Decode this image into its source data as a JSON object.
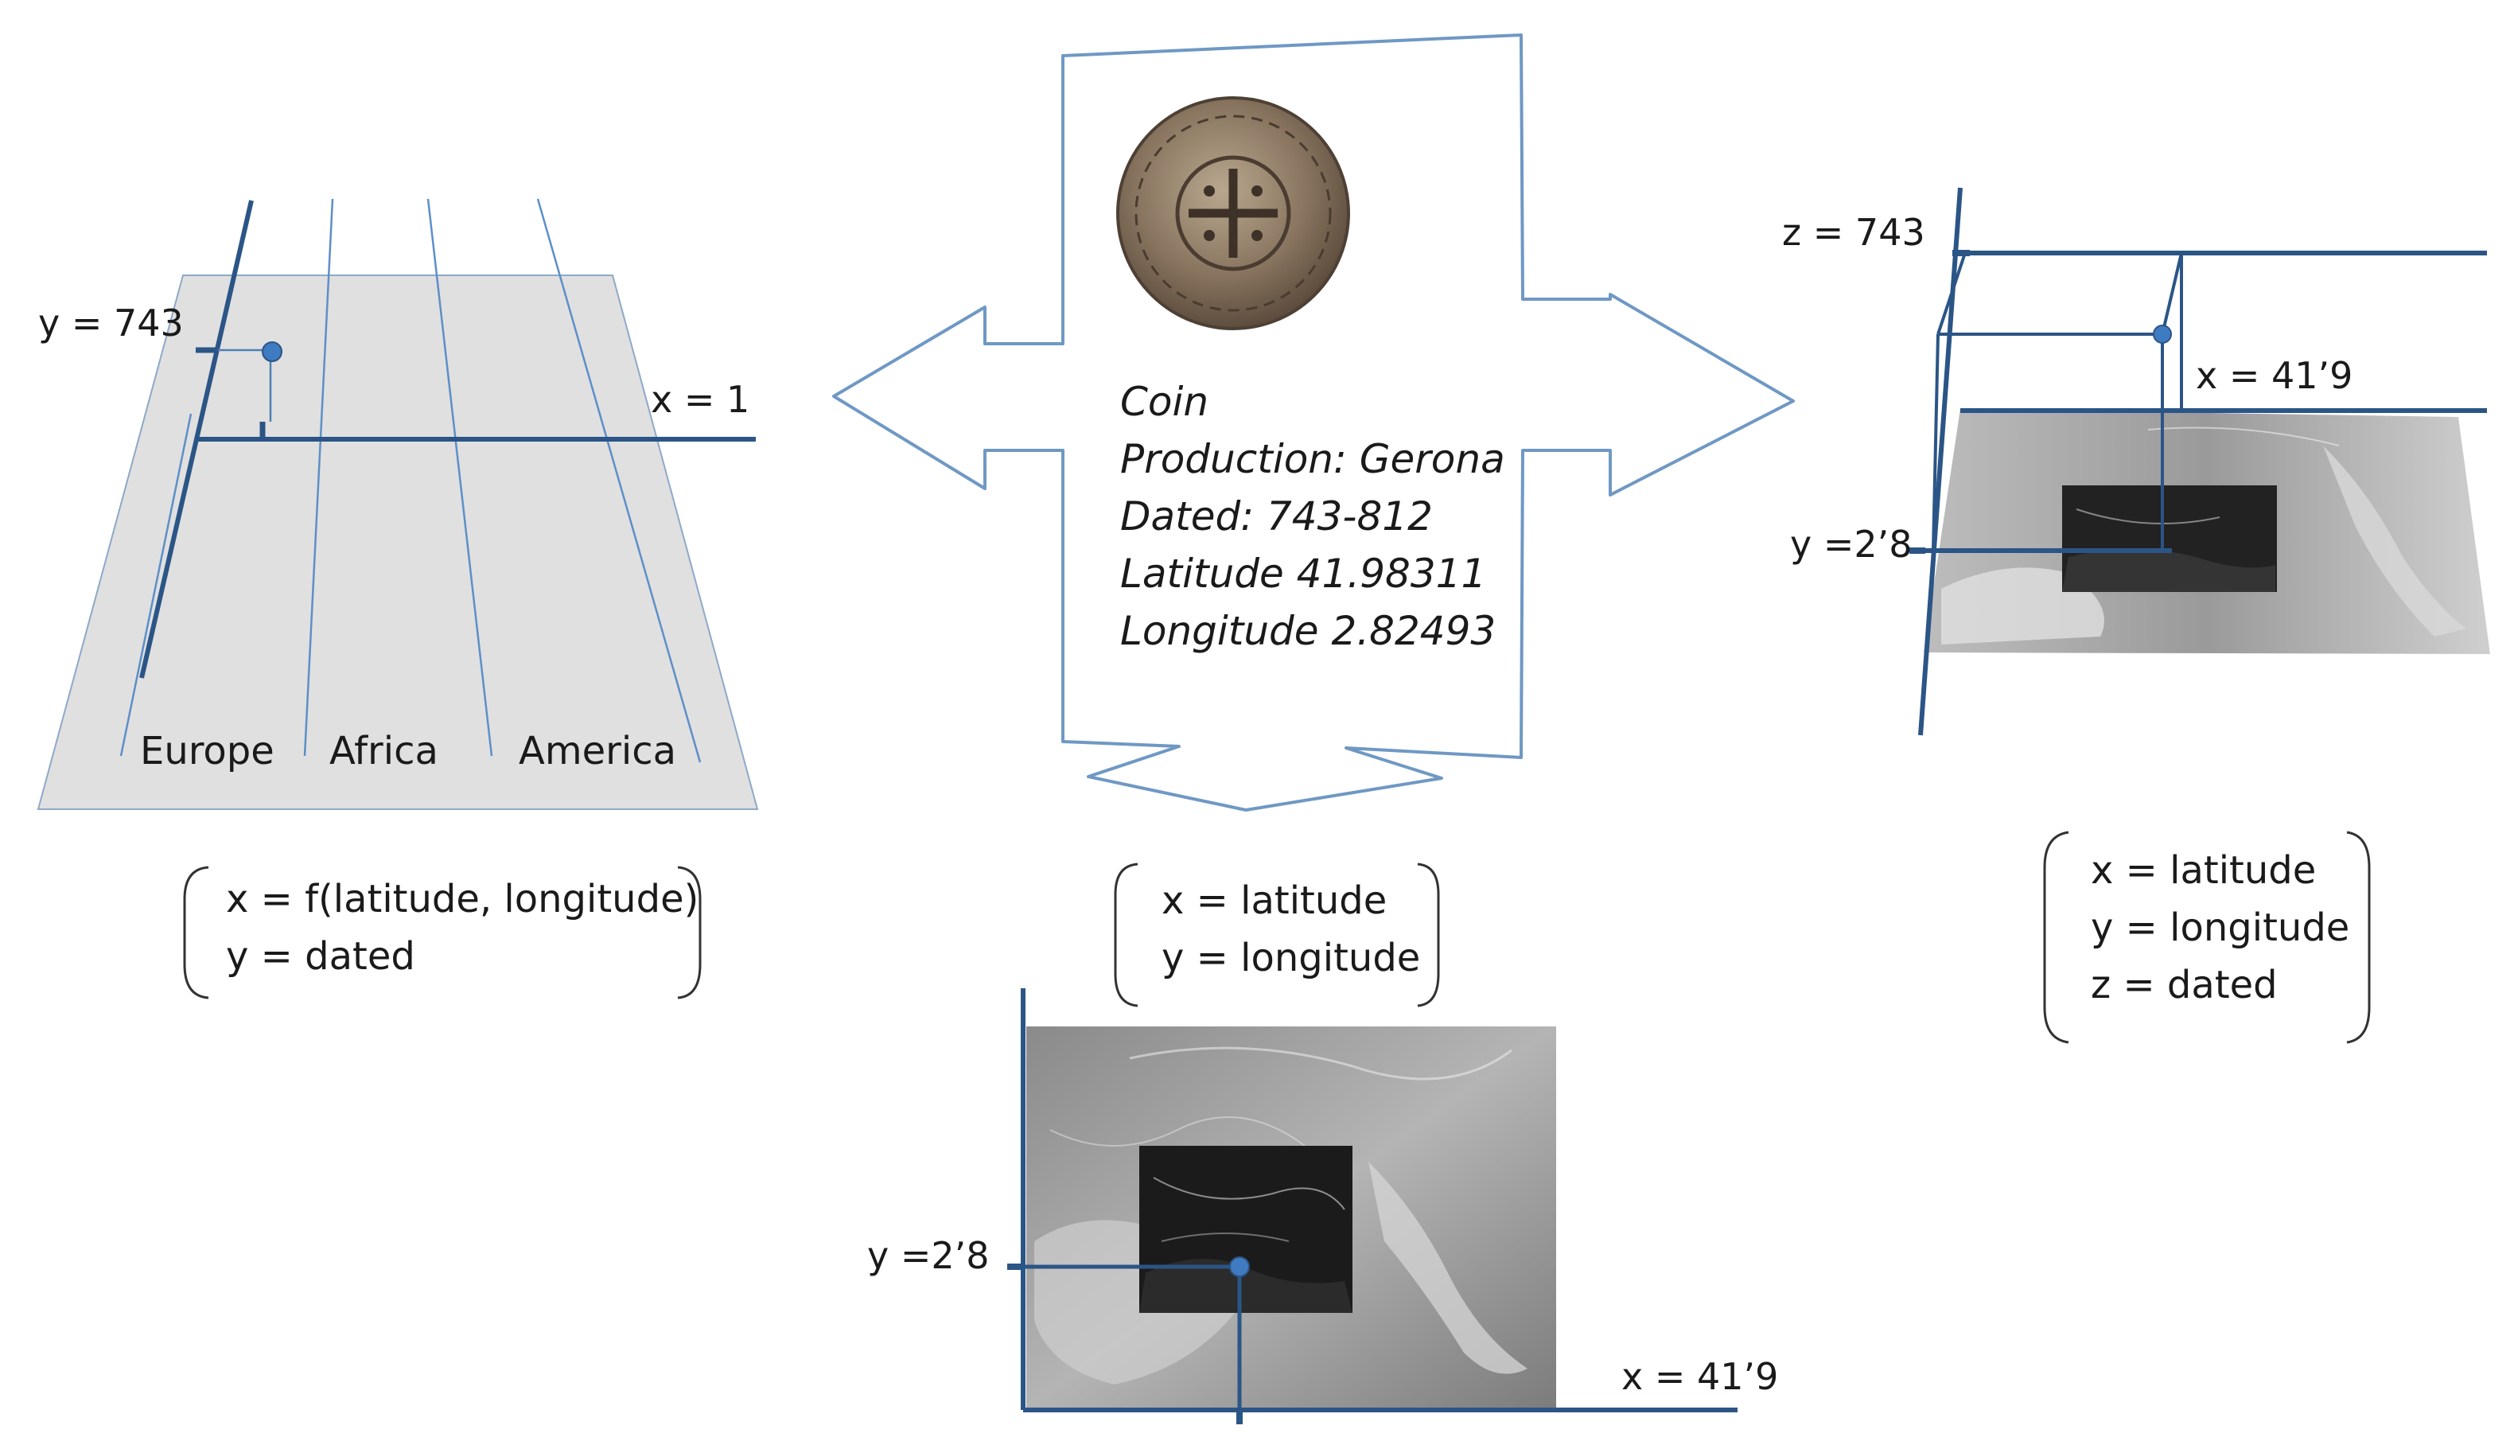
{
  "left_panel": {
    "y_label": "y = 743",
    "x_label": "x = 1",
    "regions": [
      "Europe",
      "Africa",
      "America"
    ],
    "formula": [
      "x = f(latitude, longitude)",
      "y = dated"
    ]
  },
  "center_card": {
    "lines": [
      "Coin",
      "Production: Gerona",
      "Dated: 743-812",
      "Latitude 41.98311",
      "Longitude 2.82493"
    ]
  },
  "bottom_panel": {
    "formula": [
      "x = latitude",
      "y = longitude"
    ],
    "y_label": "y =2’8",
    "x_label": "x = 41’9"
  },
  "right_panel": {
    "z_label": "z = 743",
    "x_label": "x = 41’9",
    "y_label": "y =2’8",
    "formula": [
      "x = latitude",
      "y = longitude",
      "z = dated"
    ]
  },
  "colors": {
    "axis": "#2b5586",
    "point": "#3f7bc1",
    "plane": "#e0e0e0"
  }
}
